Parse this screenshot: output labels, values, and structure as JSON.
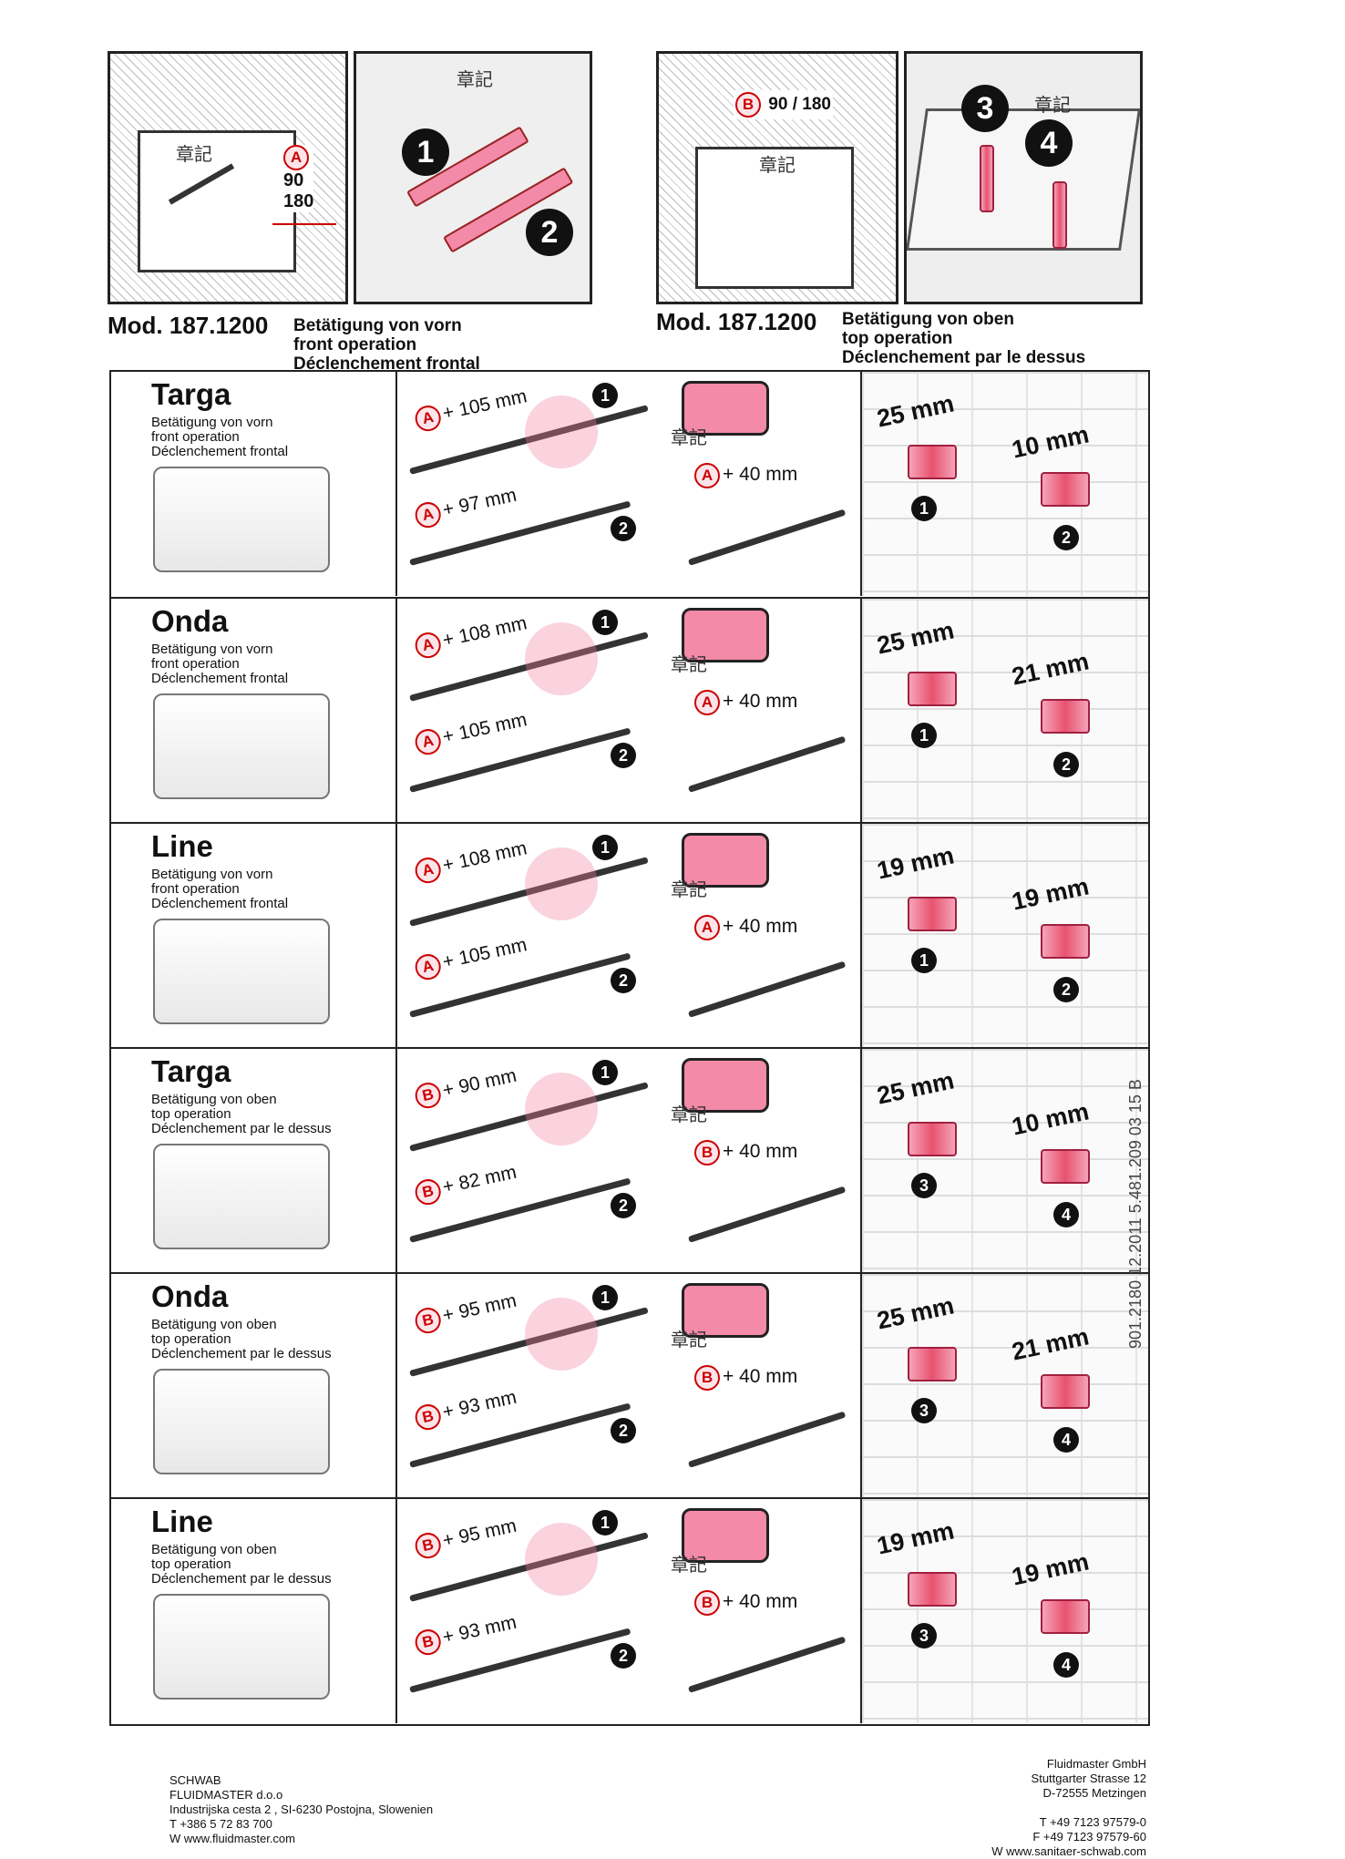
{
  "top": {
    "panelA": {
      "letter": "A",
      "d1": "90",
      "d2": "180",
      "stamp": "章記"
    },
    "panel12": {
      "n1": "1",
      "n2": "2",
      "stamp": "章記"
    },
    "panelB": {
      "letter": "B",
      "d1": "90",
      "d2": "180",
      "stamp": "章記"
    },
    "panel34": {
      "n3": "3",
      "n4": "4",
      "stamp": "章記"
    },
    "left_caption": {
      "model": "Mod. 187.1200",
      "de": "Betätigung von vorn",
      "en": "front operation",
      "fr": "Déclenchement frontal"
    },
    "right_caption": {
      "model": "Mod. 187.1200",
      "de": "Betätigung von oben",
      "en": "top operation",
      "fr": "Déclenchement par le dessus"
    }
  },
  "rows": [
    {
      "name": "Targa",
      "l1": "Betätigung von vorn",
      "l2": "front operation",
      "l3": "Déclenchement frontal",
      "letter": "A",
      "cut1": "+ 105 mm",
      "cut2": "+ 97 mm",
      "cut3": "+ 40 mm",
      "n1": "1",
      "n2": "2",
      "dim1": "25 mm",
      "dim2": "10 mm",
      "p1": "1",
      "p2": "2",
      "stamp": "章記"
    },
    {
      "name": "Onda",
      "l1": "Betätigung von vorn",
      "l2": "front operation",
      "l3": "Déclenchement frontal",
      "letter": "A",
      "cut1": "+ 108 mm",
      "cut2": "+ 105 mm",
      "cut3": "+ 40 mm",
      "n1": "1",
      "n2": "2",
      "dim1": "25 mm",
      "dim2": "21 mm",
      "p1": "1",
      "p2": "2",
      "stamp": "章記"
    },
    {
      "name": "Line",
      "l1": "Betätigung von vorn",
      "l2": "front operation",
      "l3": "Déclenchement frontal",
      "letter": "A",
      "cut1": "+ 108 mm",
      "cut2": "+ 105 mm",
      "cut3": "+ 40 mm",
      "n1": "1",
      "n2": "2",
      "dim1": "19 mm",
      "dim2": "19 mm",
      "p1": "1",
      "p2": "2",
      "stamp": "章記"
    },
    {
      "name": "Targa",
      "l1": "Betätigung von oben",
      "l2": "top operation",
      "l3": "Déclenchement par le dessus",
      "letter": "B",
      "cut1": "+ 90 mm",
      "cut2": "+ 82 mm",
      "cut3": "+ 40 mm",
      "n1": "1",
      "n2": "2",
      "dim1": "25 mm",
      "dim2": "10 mm",
      "p1": "3",
      "p2": "4",
      "stamp": "章記"
    },
    {
      "name": "Onda",
      "l1": "Betätigung von oben",
      "l2": "top operation",
      "l3": "Déclenchement par le dessus",
      "letter": "B",
      "cut1": "+ 95 mm",
      "cut2": "+ 93 mm",
      "cut3": "+ 40 mm",
      "n1": "1",
      "n2": "2",
      "dim1": "25 mm",
      "dim2": "21 mm",
      "p1": "3",
      "p2": "4",
      "stamp": "章記"
    },
    {
      "name": "Line",
      "l1": "Betätigung von oben",
      "l2": "top operation",
      "l3": "Déclenchement par le dessus",
      "letter": "B",
      "cut1": "+ 95 mm",
      "cut2": "+ 93 mm",
      "cut3": "+ 40 mm",
      "n1": "1",
      "n2": "2",
      "dim1": "19 mm",
      "dim2": "19 mm",
      "p1": "3",
      "p2": "4",
      "stamp": "章記"
    }
  ],
  "footer_left": [
    "SCHWAB",
    "FLUIDMASTER d.o.o",
    "Industrijska cesta 2 , SI-6230 Postojna, Slowenien",
    "T +386 5 72 83 700",
    "W www.fluidmaster.com"
  ],
  "footer_right": [
    "Fluidmaster GmbH",
    "Stuttgarter Strasse 12",
    "D-72555 Metzingen",
    "",
    "T +49 7123 97579-0",
    "F +49 7123 97579-60",
    "W www.sanitaer-schwab.com"
  ],
  "side_code": "901.2180 12.2011 5.481.209 03 15 B",
  "colors": {
    "accent_pink": "#f28aa8",
    "marker_red": "#cc0000",
    "line": "#222222"
  }
}
